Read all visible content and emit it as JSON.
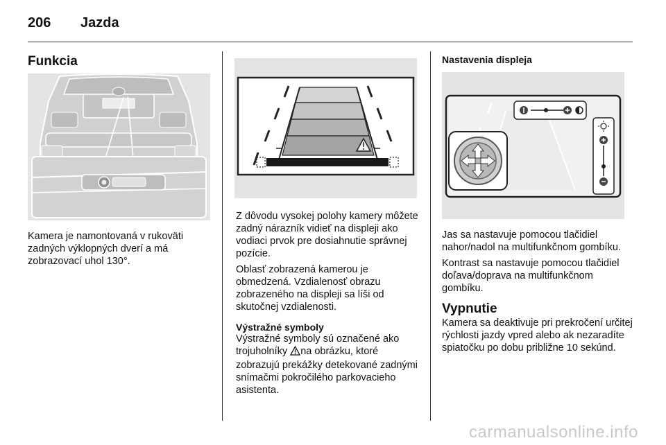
{
  "header": {
    "page_number": "206",
    "chapter": "Jazda"
  },
  "col1": {
    "heading": "Funkcia",
    "paragraph": "Kamera je namontovaná v rukoväti zadných výklopných dverí a má zobrazovací uhol 130°."
  },
  "col2": {
    "paragraph1": "Z dôvodu vysokej polohy kamery môžete zadný nárazník vidieť na displeji ako vodiaci prvok pre dosiahnutie správnej pozície.",
    "paragraph2": "Oblasť zobrazená kamerou je obmedzená. Vzdialenosť obrazu zobrazeného na displeji sa líši od skutočnej vzdialenosti.",
    "subheading": "Výstražné symboly",
    "paragraph3_part1": "Výstražné symboly sú označené ako trojuholníky",
    "paragraph3_part2": "na obrázku, ktoré zobrazujú prekážky detekované zadnými snímačmi pokročilého parkovacieho asistenta."
  },
  "col3": {
    "subheading": "Nastavenia displeja",
    "paragraph1": "Jas sa nastavuje pomocou tlačidiel nahor/nadol na multifunkčnom gombíku.",
    "paragraph2": "Kontrast sa nastavuje pomocou tlačidiel doľava/doprava na multifunkčnom gombíku.",
    "heading": "Vypnutie",
    "paragraph3": "Kamera sa deaktivuje pri prekročení určitej rýchlosti jazdy vpred alebo ak nezaradíte spiatočku po dobu približne 10 sekúnd."
  },
  "footer": {
    "watermark": "carmanualsonline.info"
  }
}
